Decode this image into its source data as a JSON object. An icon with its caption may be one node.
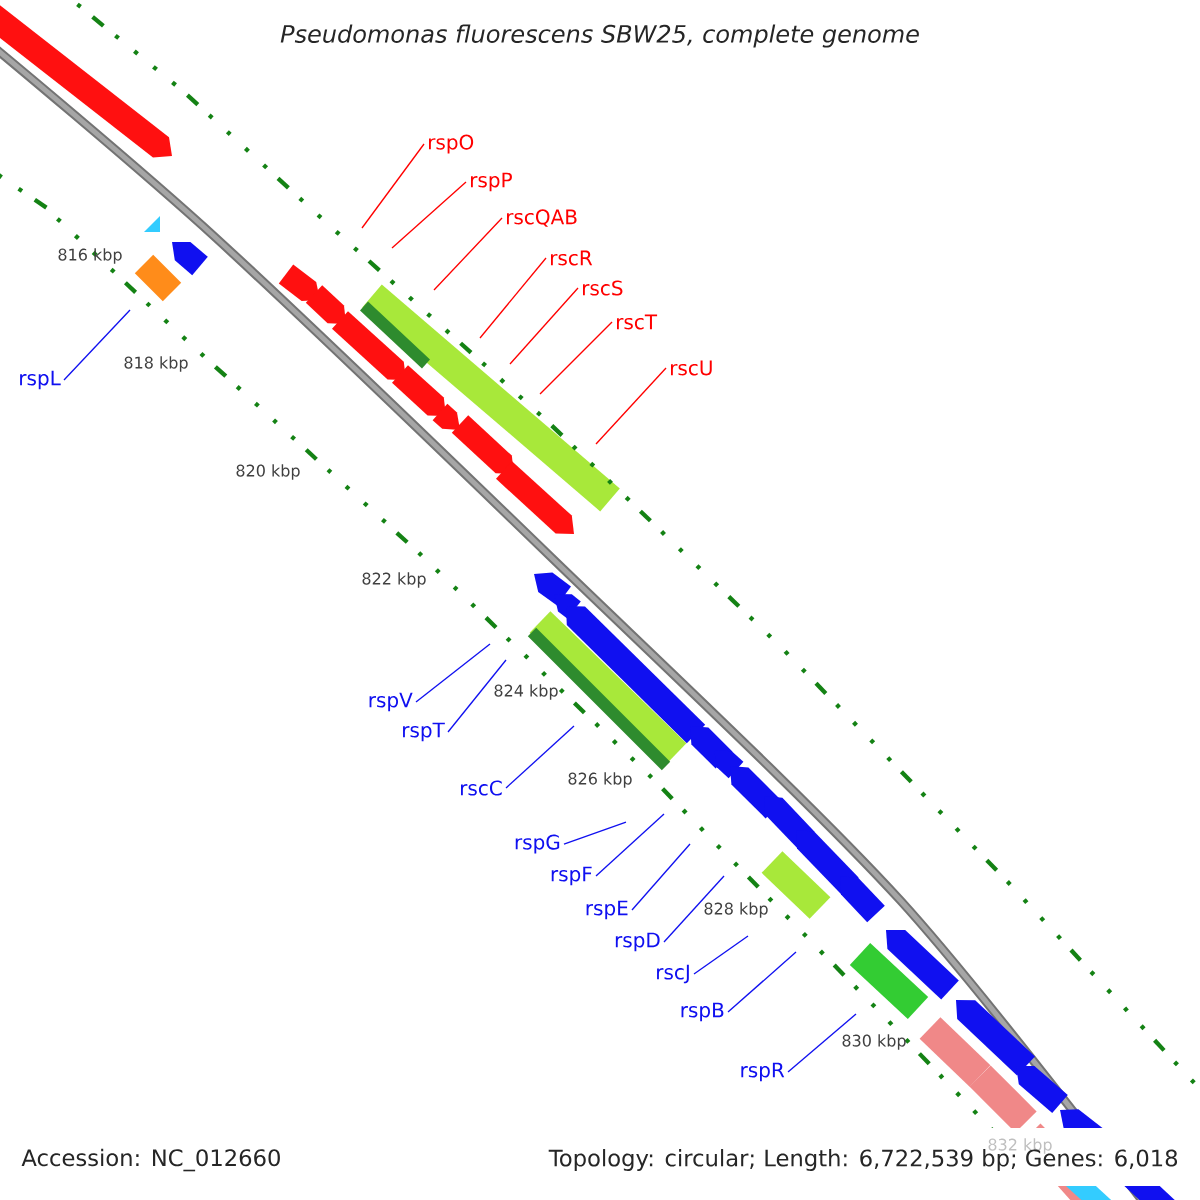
{
  "diagram": {
    "title": "Pseudomonas fluorescens SBW25, complete genome",
    "nodes": [
      {
        "text": [
          "rspO"
        ]
      },
      {
        "text": [
          "rspP"
        ]
      },
      {
        "text": [
          "rscQAB"
        ]
      },
      {
        "text": [
          "rscR"
        ]
      },
      {
        "text": [
          "rscS"
        ]
      },
      {
        "text": [
          "rscT"
        ]
      },
      {
        "text": [
          "rscU"
        ]
      },
      {
        "text": [
          "rspL"
        ]
      },
      {
        "text": [
          "rspV"
        ]
      },
      {
        "text": [
          "rspT"
        ]
      },
      {
        "text": [
          "rscC"
        ]
      },
      {
        "text": [
          "rspG"
        ]
      },
      {
        "text": [
          "rspF"
        ]
      },
      {
        "text": [
          "rspE"
        ]
      },
      {
        "text": [
          "rspD"
        ]
      },
      {
        "text": [
          "rscJ"
        ]
      },
      {
        "text": [
          "rspB"
        ]
      },
      {
        "text": [
          "rspR"
        ]
      }
    ],
    "edges": [
      {
        "from": 0,
        "to": null,
        "arrow": "none",
        "color": "#ff0000"
      },
      {
        "from": 1,
        "to": null,
        "arrow": "none",
        "color": "#ff0000"
      },
      {
        "from": 2,
        "to": null,
        "arrow": "none",
        "color": "#ff0000"
      },
      {
        "from": 3,
        "to": null,
        "arrow": "none",
        "color": "#ff0000"
      },
      {
        "from": 4,
        "to": null,
        "arrow": "none",
        "color": "#ff0000"
      },
      {
        "from": 5,
        "to": null,
        "arrow": "none",
        "color": "#ff0000"
      },
      {
        "from": 6,
        "to": null,
        "arrow": "none",
        "color": "#ff0000"
      },
      {
        "from": 7,
        "to": null,
        "arrow": "none"
      },
      {
        "from": 8,
        "to": null,
        "arrow": "none"
      },
      {
        "from": 9,
        "to": null,
        "arrow": "none"
      },
      {
        "from": 10,
        "to": null,
        "arrow": "none"
      },
      {
        "from": 11,
        "to": null,
        "arrow": "none"
      },
      {
        "from": 12,
        "to": null,
        "arrow": "none"
      },
      {
        "from": 13,
        "to": null,
        "arrow": "none"
      },
      {
        "from": 14,
        "to": null,
        "arrow": "none"
      },
      {
        "from": 15,
        "to": null,
        "arrow": "none"
      },
      {
        "from": 16,
        "to": null,
        "arrow": "none"
      },
      {
        "from": 17,
        "to": null,
        "arrow": "none"
      }
    ],
    "labels": [
      "816 kbp",
      "818 kbp",
      "820 kbp",
      "822 kbp",
      "824 kbp",
      "826 kbp",
      "828 kbp",
      "830 kbp",
      "832 kbp",
      "Accession: NC_012660",
      "Topology: circular; Length: 6,722,539 bp; Genes: 6,018"
    ]
  }
}
